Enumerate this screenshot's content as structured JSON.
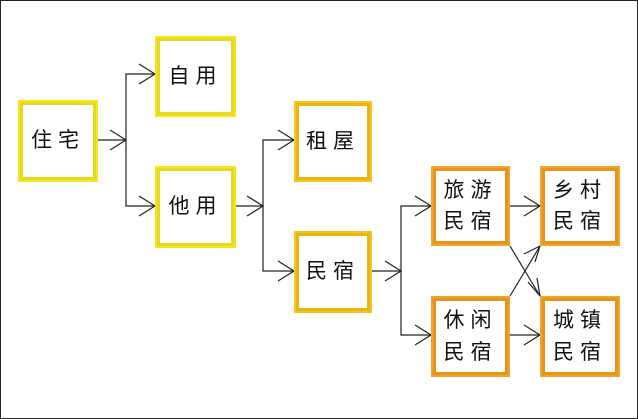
{
  "nodes": {
    "zhuzhai": {
      "label": "住宅"
    },
    "ziyong": {
      "label": "自用"
    },
    "tayong": {
      "label": "他用"
    },
    "zuwu": {
      "label": "租屋"
    },
    "minsu": {
      "label": "民宿"
    },
    "lvyou": {
      "line1": "旅游",
      "line2": "民宿"
    },
    "xiuxian": {
      "line1": "休闲",
      "line2": "民宿"
    },
    "xiangcun": {
      "line1": "乡村",
      "line2": "民宿"
    },
    "chengzhen": {
      "line1": "城镇",
      "line2": "民宿"
    }
  },
  "colors": {
    "line": "#222222",
    "yellow_light": "#f4e61a",
    "yellow": "#f6c61b",
    "orange": "#f0a52a"
  }
}
